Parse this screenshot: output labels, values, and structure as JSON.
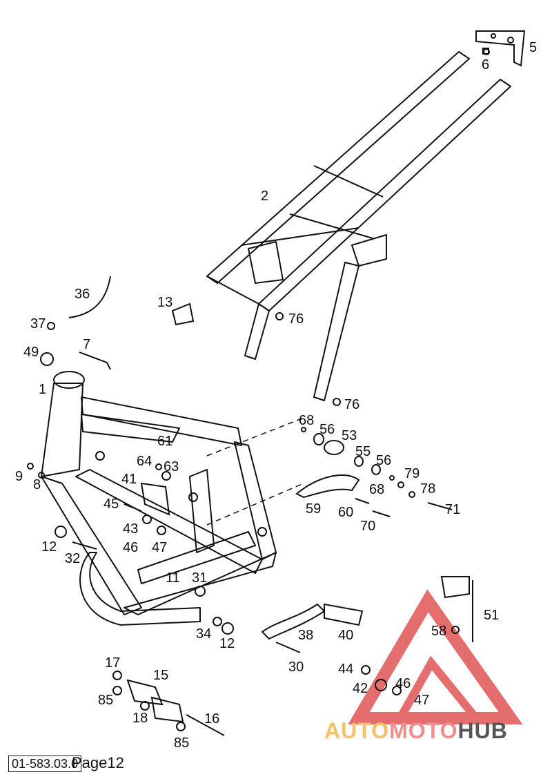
{
  "callouts": [
    "1",
    "2",
    "5",
    "6",
    "7",
    "8",
    "9",
    "11",
    "12",
    "12",
    "13",
    "15",
    "16",
    "17",
    "18",
    "30",
    "31",
    "32",
    "34",
    "36",
    "37",
    "38",
    "40",
    "41",
    "42",
    "43",
    "44",
    "45",
    "46",
    "46",
    "47",
    "47",
    "49",
    "51",
    "53",
    "55",
    "56",
    "56",
    "58",
    "59",
    "60",
    "61",
    "63",
    "64",
    "68",
    "68",
    "70",
    "71",
    "76",
    "76",
    "78",
    "79",
    "85",
    "85"
  ],
  "footer": {
    "code": "01-583.03.0",
    "page": "Page12"
  },
  "watermark": {
    "part1": "AUTO",
    "part2": "MOTO",
    "part3": "HUB"
  },
  "colors": {
    "line": "#111111",
    "logo_red": "#e05555",
    "logo_gold": "#f3c16a",
    "logo_gray": "#555555"
  }
}
